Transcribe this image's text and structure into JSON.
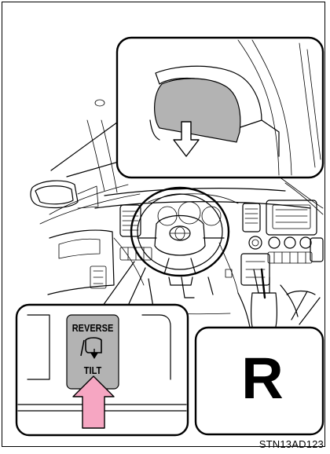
{
  "illustration": {
    "mirror_switch": {
      "top_label": "REVERSE",
      "bottom_label": "TILT",
      "icon": "mirror-tilt-icon"
    },
    "shift_position": {
      "label": "R"
    },
    "figure_code": "STN13AD123"
  },
  "colors": {
    "line": "#000000",
    "gray_fill": "#b3b3b3",
    "arrow_pink": "#f6a6c2"
  }
}
